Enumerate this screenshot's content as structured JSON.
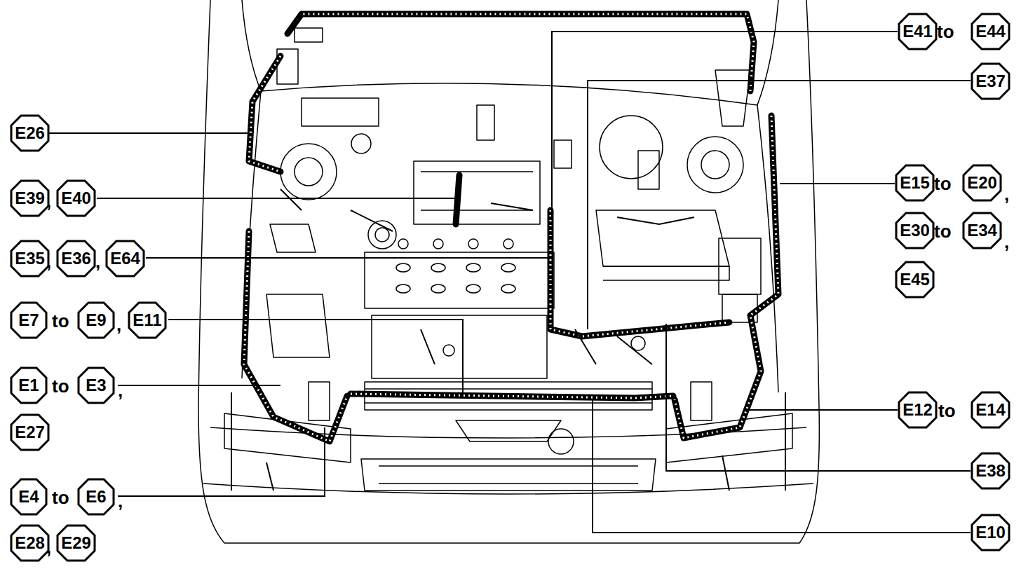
{
  "diagram": {
    "nodes": [
      {
        "text": [
          "E41"
        ]
      },
      {
        "text": [
          "E44"
        ]
      },
      {
        "text": [
          "E37"
        ]
      },
      {
        "text": [
          "E26"
        ]
      },
      {
        "text": [
          "E15"
        ]
      },
      {
        "text": [
          "E20"
        ]
      },
      {
        "text": [
          "E39"
        ]
      },
      {
        "text": [
          "E40"
        ]
      },
      {
        "text": [
          "E30"
        ]
      },
      {
        "text": [
          "E34"
        ]
      },
      {
        "text": [
          "E35"
        ]
      },
      {
        "text": [
          "E36"
        ]
      },
      {
        "text": [
          "E64"
        ]
      },
      {
        "text": [
          "E45"
        ]
      },
      {
        "text": [
          "E7"
        ]
      },
      {
        "text": [
          "E9"
        ]
      },
      {
        "text": [
          "E11"
        ]
      },
      {
        "text": [
          "E1"
        ]
      },
      {
        "text": [
          "E3"
        ]
      },
      {
        "text": [
          "E12"
        ]
      },
      {
        "text": [
          "E14"
        ]
      },
      {
        "text": [
          "E27"
        ]
      },
      {
        "text": [
          "E38"
        ]
      },
      {
        "text": [
          "E4"
        ]
      },
      {
        "text": [
          "E6"
        ]
      },
      {
        "text": [
          "E10"
        ]
      },
      {
        "text": [
          "E28"
        ]
      },
      {
        "text": [
          "E29"
        ]
      }
    ],
    "labels": [
      "to",
      "to",
      ",",
      ",",
      "to",
      ",",
      ",",
      ",",
      "to",
      ",",
      "to",
      ",",
      "to",
      "to",
      ",",
      ","
    ]
  }
}
